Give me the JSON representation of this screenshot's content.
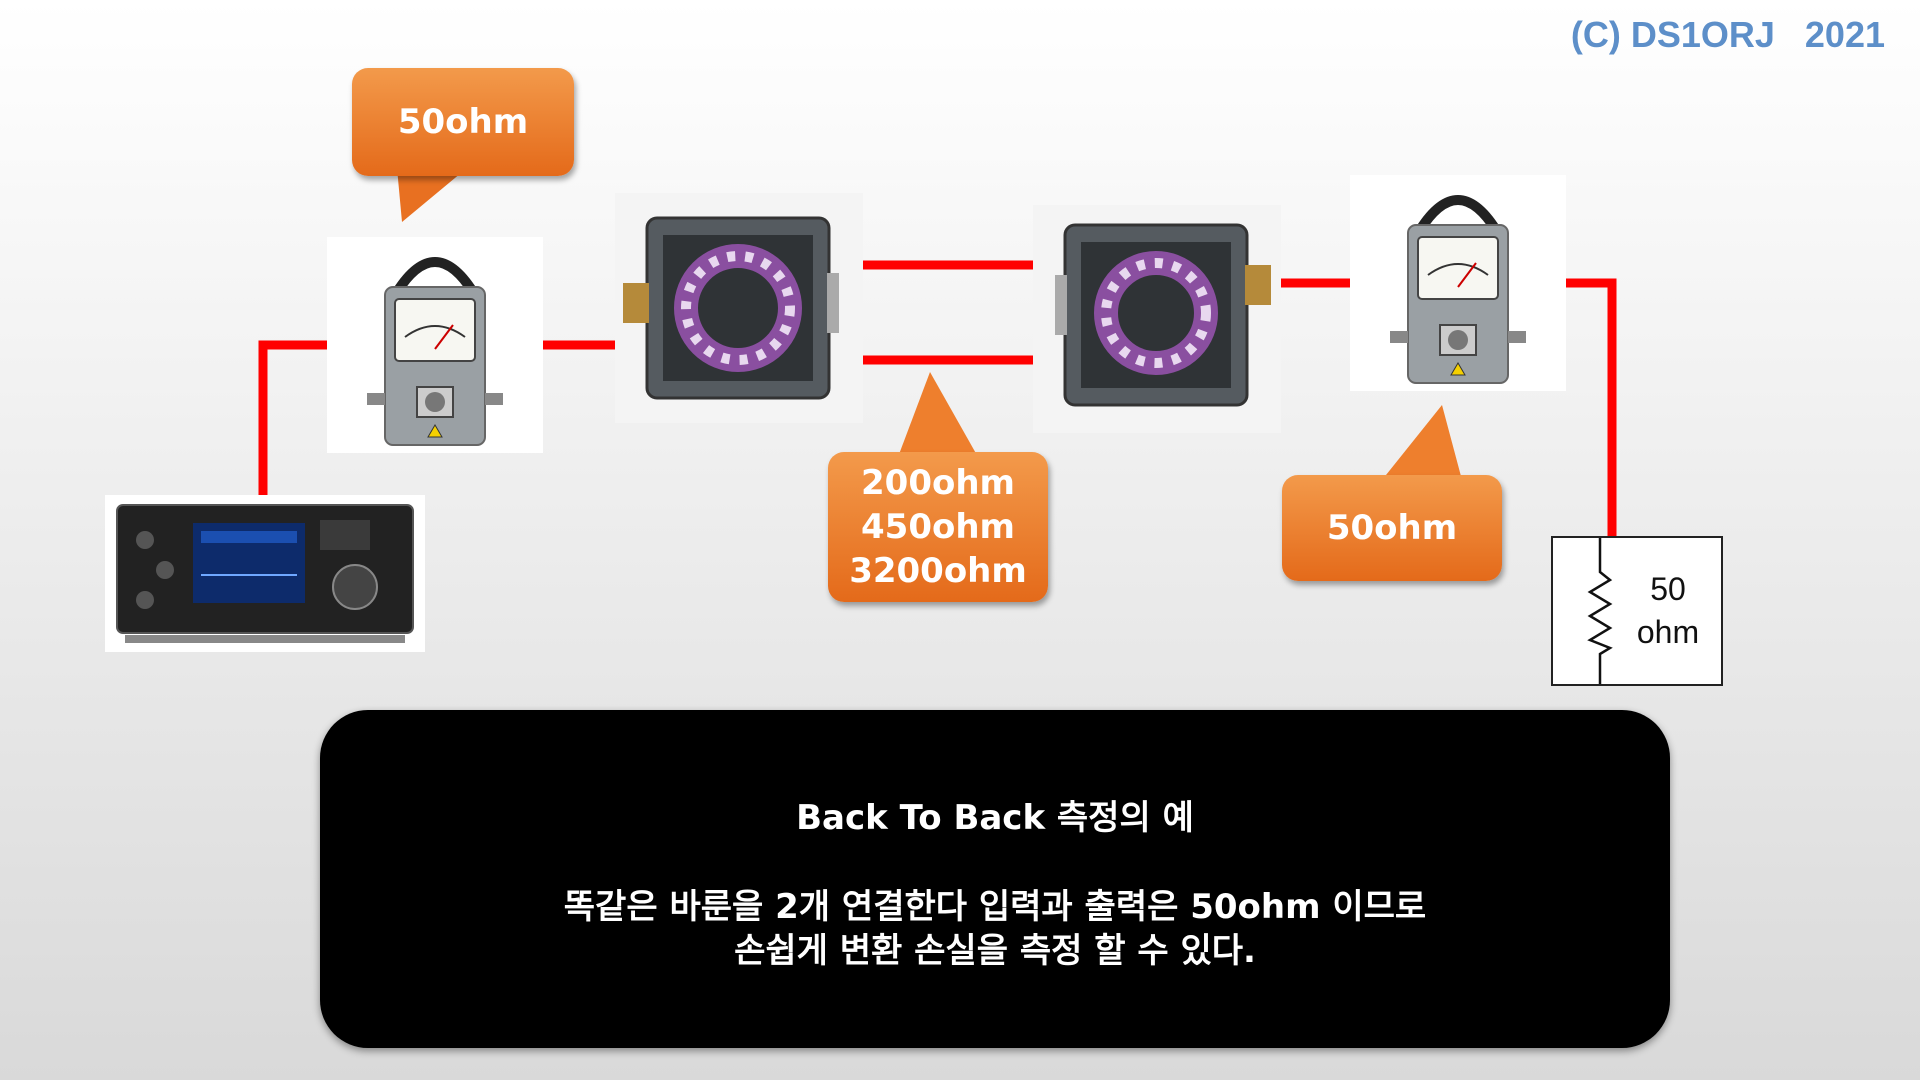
{
  "copyright": "(C) DS1ORJ   2021",
  "callouts": {
    "input": "50ohm",
    "line": [
      "200ohm",
      "450ohm",
      "3200ohm"
    ],
    "output": "50ohm"
  },
  "load": {
    "value": "50",
    "unit": "ohm"
  },
  "caption": {
    "title": "Back To Back 측정의 예",
    "line1": "똑같은 바룬을 2개 연결한다 입력과 출력은 50ohm 이므로",
    "line2": "손쉽게 변환 손실을 측정 할 수 있다."
  },
  "colors": {
    "wire": "#ff0000",
    "callout": "#ee7f2d",
    "copyright": "#5d8fc9"
  }
}
